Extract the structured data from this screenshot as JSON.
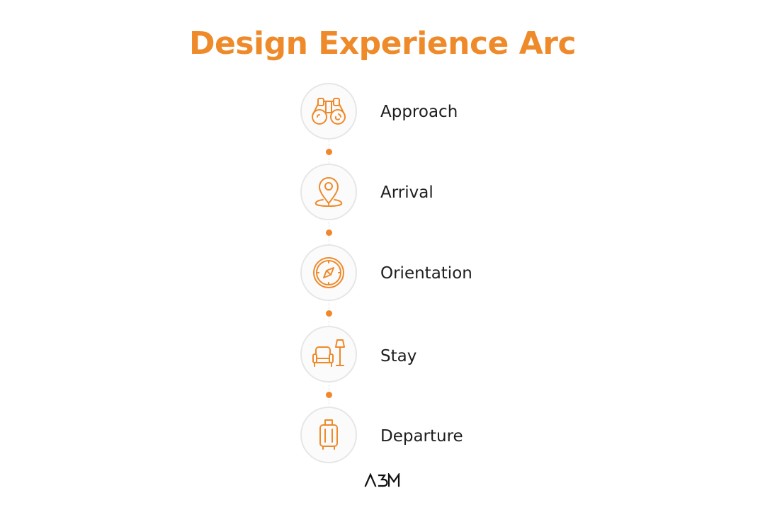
{
  "title": "Design Experience Arc",
  "stages": [
    {
      "label": "Approach",
      "icon": "binoculars-icon"
    },
    {
      "label": "Arrival",
      "icon": "map-pin-icon"
    },
    {
      "label": "Orientation",
      "icon": "compass-icon"
    },
    {
      "label": "Stay",
      "icon": "armchair-lamp-icon"
    },
    {
      "label": "Departure",
      "icon": "suitcase-icon"
    }
  ],
  "logo": {
    "text": "A3M",
    "icon": "a3m-logo"
  },
  "colors": {
    "accent": "#ef8a2a",
    "text": "#1e1e1e",
    "circle_border": "#e6e6e6",
    "connector": "#e3e3e3"
  }
}
